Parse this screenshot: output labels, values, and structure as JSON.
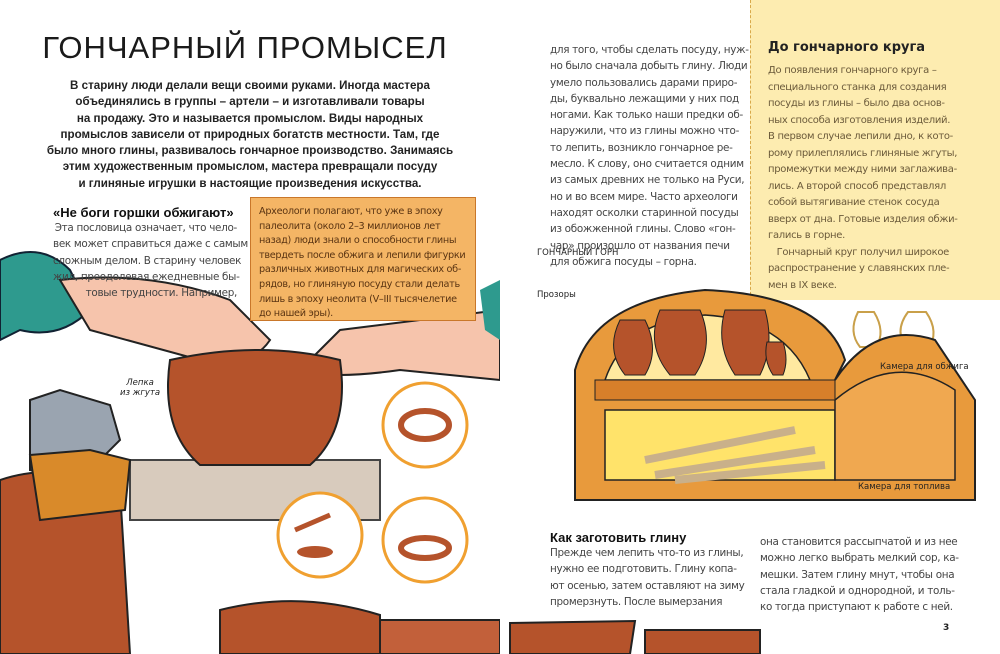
{
  "left_page": {
    "title": "ГОНЧАРНЫЙ ПРОМЫСЕЛ",
    "intro_lines": [
      "В старину люди делали вещи своими руками. Иногда мастера",
      "объединялись в группы – артели – и изготавливали товары",
      "на продажу. Это и называется промыслом. Виды народных",
      "промыслов зависели от природных богатств местности. Там, где",
      "было много глины, развивалось гончарное производство. Занимаясь",
      "этим художественным промыслом, мастера превращали посуду",
      "и глиняные игрушки в настоящие произведения искусства."
    ],
    "proverb": {
      "heading": "«Не боги горшки обжигают»",
      "lines": [
        "Эта пословица означает, что чело-",
        "век может справиться даже с самым",
        "сложным делом. В старину человек",
        "жил, преодолевая ежедневные бы-",
        "товые трудности. Например,"
      ]
    },
    "note_lines": [
      "Археологи полагают, что уже в эпоху",
      "палеолита (около 2–3 миллионов лет",
      "назад) люди знали о способности глины",
      "твердеть после обжига и лепили фигурки",
      "различных животных для магических об-",
      "рядов, но глиняную посуду стали делать",
      "лишь в эпоху неолита (V–III тысячелетие",
      "до нашей эры)."
    ],
    "label_coil": [
      "Лепка",
      "из жгута"
    ]
  },
  "right_page": {
    "column_lines": [
      "для того, чтобы сделать посуду, нуж-",
      "но было сначала добыть глину. Люди",
      "умело пользовались дарами приро-",
      "ды, буквально лежащими у них под",
      "ногами. Как только наши предки об-",
      "наружили, что из глины можно что-",
      "то лепить, возникло гончарное ре-",
      "месло. К слову, оно считается одним",
      "из самых древних не только на Руси,",
      "но и во всем мире. Часто археологи",
      "находят осколки старинной посуды",
      "из обожженной глины. Слово «гон-",
      "чар» произошло от названия печи",
      "для обжига посуды – горна."
    ],
    "sidebar": {
      "heading": "До гончарного круга",
      "lines": [
        "До появления гончарного круга –",
        "специального станка для создания",
        "посуды из глины – было два основ-",
        "ных способа изготовления изделий.",
        "В первом случае лепили дно, к кото-",
        "рому прилеплялись глиняные жгуты,",
        "промежутки между ними заглажива-",
        "лись. А второй способ представлял",
        "собой вытягивание стенок сосуда",
        "вверх от дна. Готовые изделия обжи-",
        "гались в горне.",
        "   Гончарный круг получил широкое",
        "распространение у славянских пле-",
        "мен в IX веке."
      ]
    },
    "kiln": {
      "title": "ГОНЧАРНЫЙ ГОРН",
      "label_vents": "Прозоры",
      "label_firing": "Камера для обжига",
      "label_fuel": "Камера для топлива"
    },
    "clay": {
      "heading": "Как заготовить глину",
      "col1": [
        "Прежде чем лепить что-то из глины,",
        "нужно ее подготовить. Глину копа-",
        "ют осенью, затем оставляют на зиму",
        "промерзнуть. После вымерзания"
      ],
      "col2": [
        "она становится рассыпчатой и из нее",
        "можно легко выбрать мелкий сор, ка-",
        "мешки. Затем глину мнут, чтобы она",
        "стала гладкой и однородной, и толь-",
        "ко тогда приступают к работе с ней."
      ]
    },
    "page_number": "3"
  },
  "colors": {
    "clay": "#b5532b",
    "kiln": "#e89a3c",
    "note": "#f4b565",
    "sidebar": "#fdecb0",
    "fire": "#ffe36a",
    "sleeve": "#2e9a8e",
    "skin": "#f6c4ac"
  }
}
